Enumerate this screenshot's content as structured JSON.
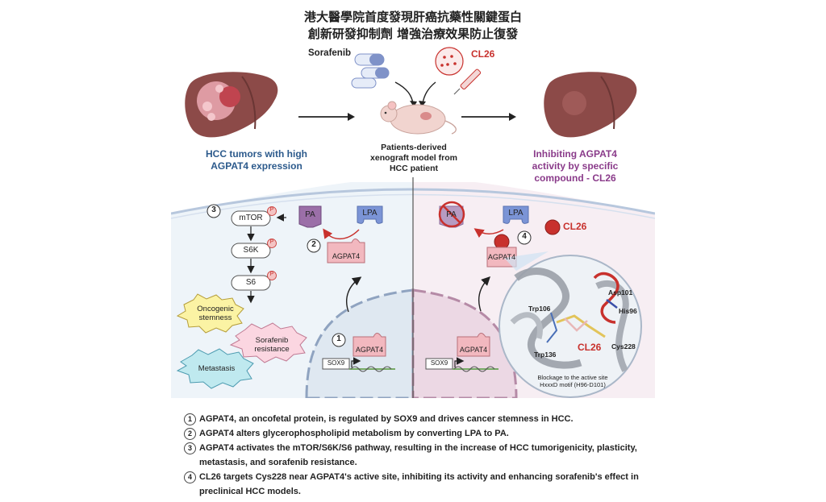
{
  "title": {
    "line1": "港大醫學院首度發現肝癌抗藥性關鍵蛋白",
    "line2": "創新研發抑制劑  增強治療效果防止復發"
  },
  "top": {
    "sorafenib_label": "Sorafenib",
    "cl26_label": "CL26",
    "left_caption": [
      "HCC tumors with high",
      "AGPAT4 expression"
    ],
    "middle_caption": [
      "Patients-derived",
      "xenograft model from",
      "HCC patient"
    ],
    "right_caption": [
      "Inhibiting AGPAT4",
      "activity by specific",
      "compound - CL26"
    ]
  },
  "panel_left": {
    "num3": "3",
    "mtor": "mTOR",
    "s6k": "S6K",
    "s6": "S6",
    "p": "P",
    "pa": "PA",
    "lpa": "LPA",
    "num2": "2",
    "agpat4": "AGPAT4",
    "oncogenic": [
      "Oncogenic",
      "stemness"
    ],
    "sorafenib_res": [
      "Sorafenib",
      "resistance"
    ],
    "metastasis": "Metastasis",
    "num1": "1",
    "agpat4_nuc": "AGPAT4",
    "sox9": "SOX9"
  },
  "panel_right": {
    "pa": "PA",
    "lpa": "LPA",
    "cl26": "CL26",
    "num4": "4",
    "agpat4": "AGPAT4",
    "agpat4_nuc": "AGPAT4",
    "sox9": "SOX9",
    "inset": {
      "asp101": "Asp101",
      "his96": "His96",
      "trp106": "Trp106",
      "trp136": "Trp136",
      "cys228": "Cys228",
      "cl26": "CL26",
      "blockage": [
        "Blockage to the active site",
        "HxxxD motif (H96-D101)"
      ]
    }
  },
  "legend": [
    {
      "num": "1",
      "text": "AGPAT4, an oncofetal protein, is regulated by SOX9 and drives cancer stemness in HCC."
    },
    {
      "num": "2",
      "text": "AGPAT4 alters glycerophospholipid metabolism by converting LPA to PA."
    },
    {
      "num": "3",
      "text": "AGPAT4 activates the mTOR/S6K/S6 pathway, resulting in the increase of HCC tumorigenicity, plasticity,"
    },
    {
      "num": "",
      "text": "metastasis, and sorafenib resistance."
    },
    {
      "num": "4",
      "text": "CL26 targets Cys228 near AGPAT4's active site, inhibiting its activity and enhancing sorafenib's effect in"
    },
    {
      "num": "",
      "text": "preclinical HCC models."
    }
  ],
  "colors": {
    "blue_caption": "#2c5a8c",
    "purple_caption": "#8a3b8a",
    "cl26_red": "#c8312d",
    "pa_purple": "#9b6fa8",
    "lpa_blue": "#7b94d6",
    "agpat4_pink": "#f2b8bf",
    "liver": "#8c4a48"
  }
}
